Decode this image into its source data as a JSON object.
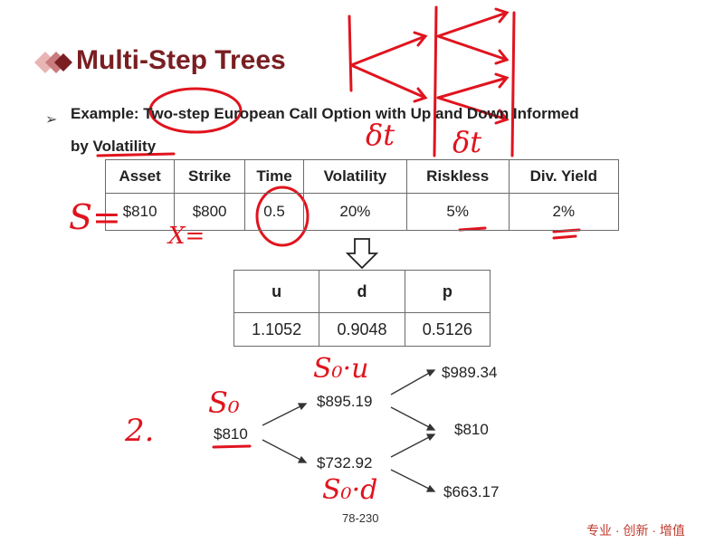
{
  "slide": {
    "title": "Multi-Step Trees",
    "bullet_line1": "Example: Two-step European Call Option with Up and Down Informed",
    "bullet_line2": "by Volatility",
    "page_number": "78-230",
    "watermark": "专业 · 创新 · 增值"
  },
  "input_table": {
    "headers": [
      "Asset",
      "Strike",
      "Time",
      "Volatility",
      "Riskless",
      "Div. Yield"
    ],
    "values": [
      "$810",
      "$800",
      "0.5",
      "20%",
      "5%",
      "2%"
    ]
  },
  "param_table": {
    "headers": [
      "u",
      "d",
      "p"
    ],
    "values": [
      "1.1052",
      "0.9048",
      "0.5126"
    ]
  },
  "tree": {
    "root": "$810",
    "up": "$895.19",
    "down": "$732.92",
    "upup": "$989.34",
    "updown": "$810",
    "downdown": "$663.17"
  },
  "annotations": {
    "s_equals": "S=",
    "x_equals": "X=",
    "delta_t_1": "δt",
    "delta_t_2": "δt",
    "step_two": "2.",
    "s0": "S₀",
    "s0u": "S₀·u",
    "s0d": "S₀·d"
  },
  "colors": {
    "title": "#7a1e22",
    "ink": "#e0141e",
    "watermark": "#c0392b"
  }
}
